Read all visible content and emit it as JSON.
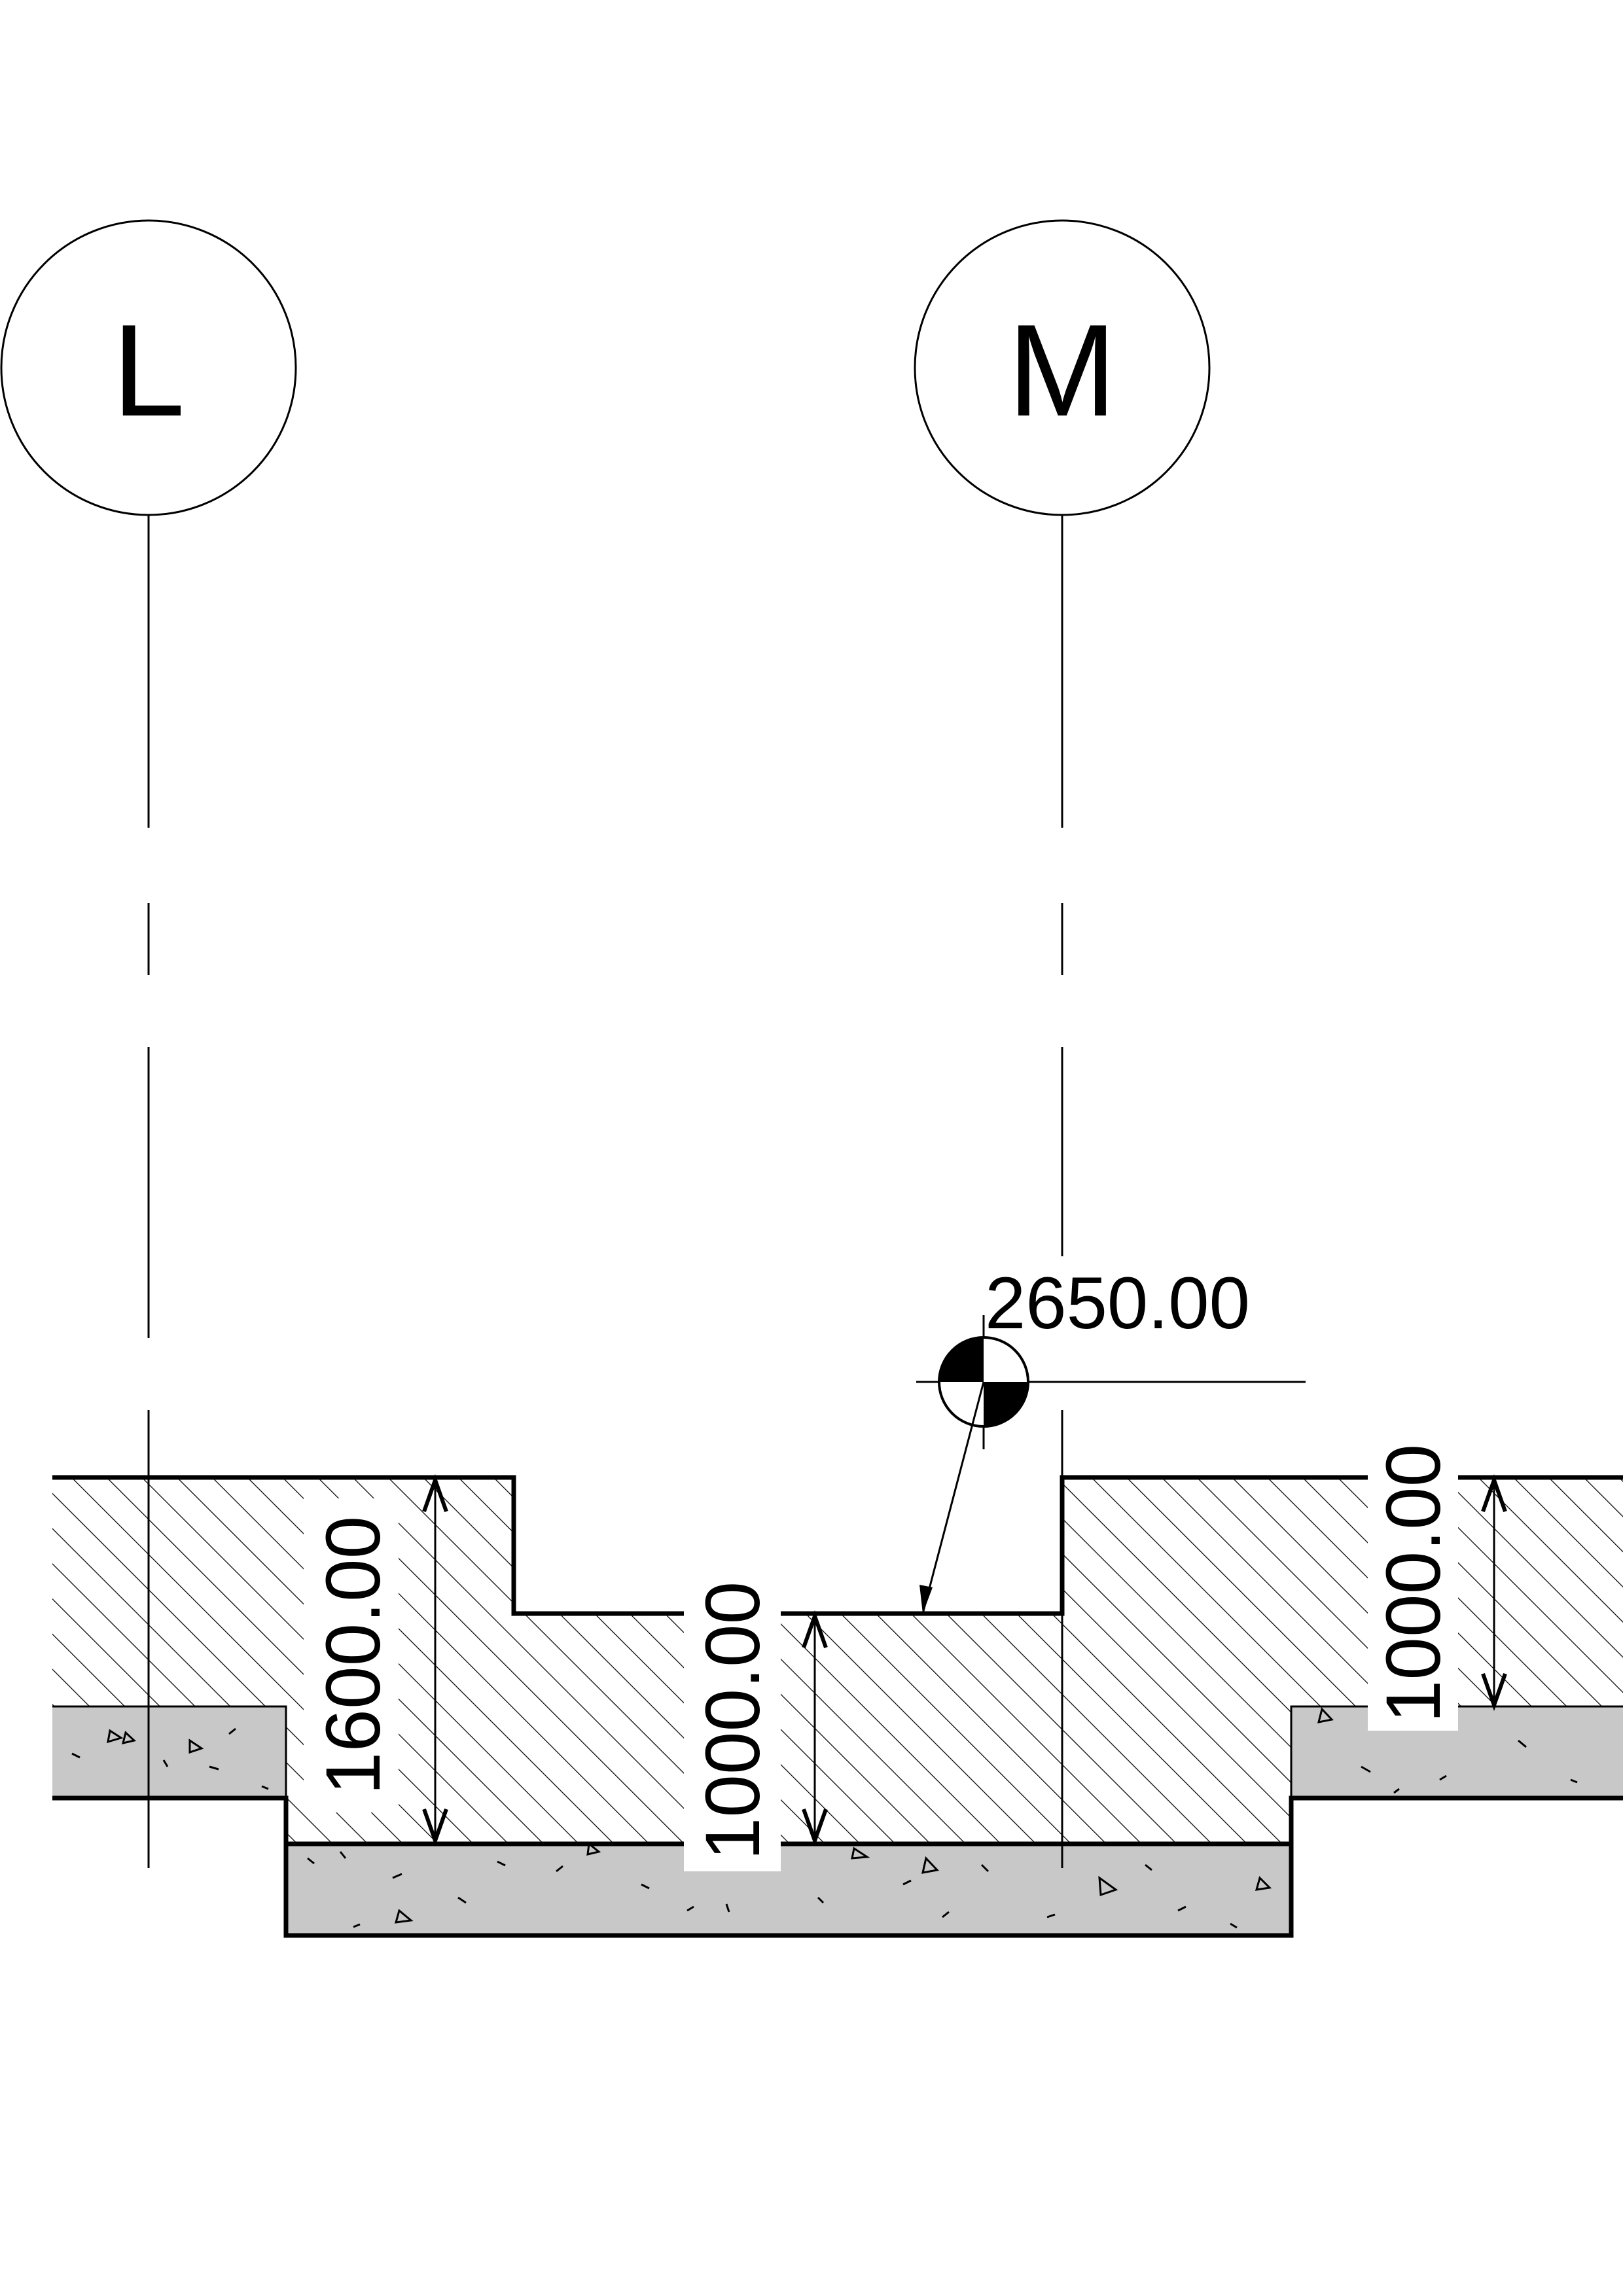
{
  "grid_lines": [
    {
      "label": "L"
    },
    {
      "label": "M"
    }
  ],
  "dimensions": {
    "left_depth": "1600.00",
    "center_depth": "1000.00",
    "right_depth": "1000.00"
  },
  "spot_elevation": "2650.00",
  "colors": {
    "line": "#000000",
    "concrete_fill": "#c8c8c8",
    "background": "#ffffff"
  }
}
